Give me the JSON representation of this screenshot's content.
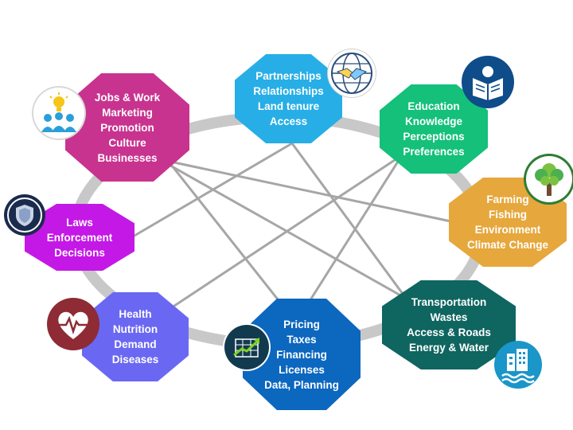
{
  "colors": {
    "ring": "#c8c8c8",
    "connector": "#a6a6a6",
    "jobs": "#c8338f",
    "partnerships": "#27aee6",
    "education": "#14c07a",
    "farming": "#e6a73c",
    "transportation": "#0f6560",
    "pricing": "#0c67bf",
    "health": "#6a68f2",
    "laws": "#c418e6"
  },
  "nodes": {
    "jobs": {
      "lines": [
        "Jobs & Work",
        "Marketing",
        "Promotion",
        "Culture",
        "Businesses"
      ],
      "icon": "idea-team-icon"
    },
    "partnerships": {
      "lines": [
        "Partnerships",
        "Relationships",
        "Land tenure",
        "Access"
      ],
      "icon": "handshake-globe-icon"
    },
    "education": {
      "lines": [
        "Education",
        "Knowledge",
        "Perceptions",
        "Preferences"
      ],
      "icon": "reader-book-icon"
    },
    "farming": {
      "lines": [
        "Farming",
        "Fishing",
        "Environment",
        "Climate Change"
      ],
      "icon": "tree-icon"
    },
    "transportation": {
      "lines": [
        "Transportation",
        "Wastes",
        "Access & Roads",
        "Energy & Water"
      ],
      "icon": "water-infrastructure-icon"
    },
    "pricing": {
      "lines": [
        "Pricing",
        "Taxes",
        "Financing",
        "Licenses",
        "Data, Planning"
      ],
      "icon": "growth-chart-icon"
    },
    "health": {
      "lines": [
        "Health",
        "Nutrition",
        "Demand",
        "Diseases"
      ],
      "icon": "heartbeat-icon"
    },
    "laws": {
      "lines": [
        "Laws",
        "Enforcement",
        "Decisions"
      ],
      "icon": "police-badge-icon"
    }
  }
}
